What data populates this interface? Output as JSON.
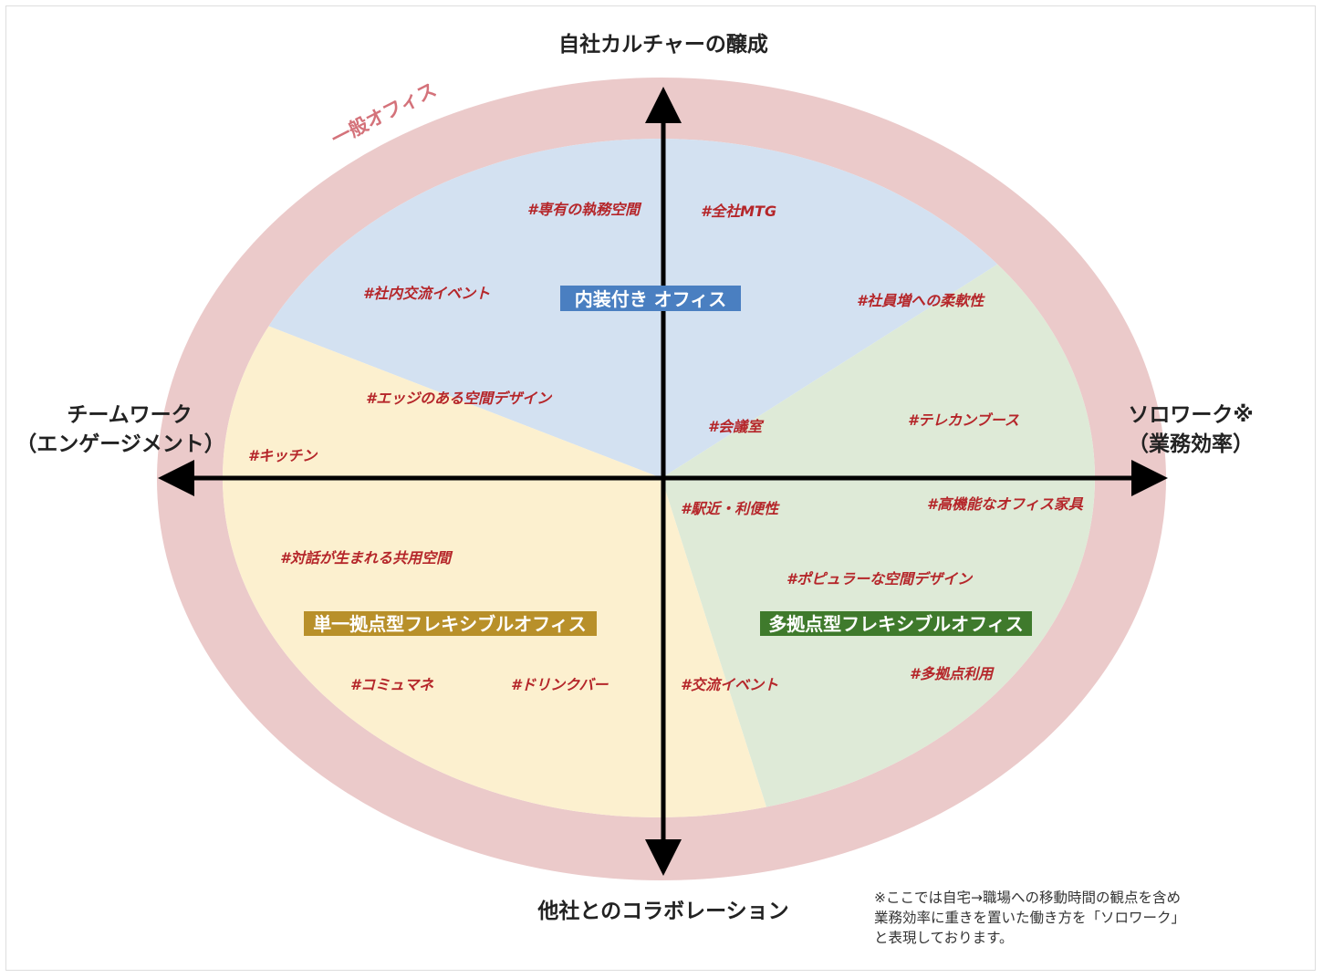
{
  "axes": {
    "top": "自社カルチャーの醸成",
    "bottom": "他社とのコラボレーション",
    "left_line1": "チームワーク",
    "left_line2": "（エンゲージメント）",
    "right_line1": "ソロワーク※",
    "right_line2": "（業務効率）"
  },
  "ring_label": "一般オフィス",
  "categories": {
    "blue": {
      "label": "内装付き オフィス",
      "color": "#4a7fc1"
    },
    "yellow": {
      "label": "単一拠点型フレキシブルオフィス",
      "color": "#b8902a"
    },
    "green": {
      "label": "多拠点型フレキシブルオフィス",
      "color": "#3f7a2c"
    }
  },
  "colors": {
    "ring": "#ebcaca",
    "blue_area": "#d3e1f1",
    "yellow_area": "#fcf0cf",
    "green_area": "#deead7",
    "tag_text": "#b5262a"
  },
  "tags": [
    "#専有の執務空間",
    "#全社MTG",
    "#社内交流イベント",
    "#社員増への柔軟性",
    "#エッジのある空間デザイン",
    "#会議室",
    "#テレカンブース",
    "#キッチン",
    "#駅近・利便性",
    "#高機能なオフィス家具",
    "#対話が生まれる共用空間",
    "#ポピュラーな空間デザイン",
    "#コミュマネ",
    "#ドリンクバー",
    "#交流イベント",
    "#多拠点利用"
  ],
  "note": {
    "line1": "※ここでは自宅→職場への移動時間の観点を含め",
    "line2": "業務効率に重きを置いた働き方を「ソロワーク」",
    "line3": "と表現しております。"
  }
}
